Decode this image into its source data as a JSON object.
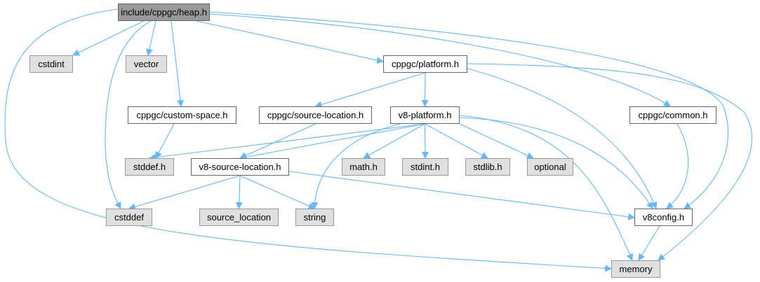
{
  "diagram": {
    "title": "include/cppgc/heap.h",
    "edge_color": "#63b8ff",
    "nodes": [
      {
        "id": "heap",
        "label": "include/cppgc/heap.h",
        "kind": "root"
      },
      {
        "id": "cstdint",
        "label": "cstdint",
        "kind": "external"
      },
      {
        "id": "vector",
        "label": "vector",
        "kind": "external"
      },
      {
        "id": "platform",
        "label": "cppgc/platform.h",
        "kind": "internal"
      },
      {
        "id": "common",
        "label": "cppgc/common.h",
        "kind": "internal"
      },
      {
        "id": "customspace",
        "label": "cppgc/custom-space.h",
        "kind": "internal"
      },
      {
        "id": "sourceloc",
        "label": "cppgc/source-location.h",
        "kind": "internal"
      },
      {
        "id": "v8platform",
        "label": "v8-platform.h",
        "kind": "internal"
      },
      {
        "id": "stddef",
        "label": "stddef.h",
        "kind": "external"
      },
      {
        "id": "v8sourceloc",
        "label": "v8-source-location.h",
        "kind": "internal"
      },
      {
        "id": "math",
        "label": "math.h",
        "kind": "external"
      },
      {
        "id": "stdint",
        "label": "stdint.h",
        "kind": "external"
      },
      {
        "id": "stdlib",
        "label": "stdlib.h",
        "kind": "external"
      },
      {
        "id": "optional",
        "label": "optional",
        "kind": "external"
      },
      {
        "id": "cstddef",
        "label": "cstddef",
        "kind": "external"
      },
      {
        "id": "source_location",
        "label": "source_location",
        "kind": "external"
      },
      {
        "id": "string",
        "label": "string",
        "kind": "external"
      },
      {
        "id": "v8config",
        "label": "v8config.h",
        "kind": "internal"
      },
      {
        "id": "memory",
        "label": "memory",
        "kind": "external"
      }
    ],
    "edges": [
      [
        "heap",
        "cstdint"
      ],
      [
        "heap",
        "vector"
      ],
      [
        "heap",
        "platform"
      ],
      [
        "heap",
        "common"
      ],
      [
        "heap",
        "customspace"
      ],
      [
        "heap",
        "cstddef"
      ],
      [
        "heap",
        "memory"
      ],
      [
        "heap",
        "v8config"
      ],
      [
        "platform",
        "sourceloc"
      ],
      [
        "platform",
        "v8platform"
      ],
      [
        "platform",
        "v8config"
      ],
      [
        "platform",
        "memory"
      ],
      [
        "common",
        "v8config"
      ],
      [
        "customspace",
        "stddef"
      ],
      [
        "sourceloc",
        "v8sourceloc"
      ],
      [
        "v8platform",
        "stddef"
      ],
      [
        "v8platform",
        "v8sourceloc"
      ],
      [
        "v8platform",
        "math"
      ],
      [
        "v8platform",
        "stdint"
      ],
      [
        "v8platform",
        "stdlib"
      ],
      [
        "v8platform",
        "optional"
      ],
      [
        "v8platform",
        "string"
      ],
      [
        "v8platform",
        "v8config"
      ],
      [
        "v8platform",
        "memory"
      ],
      [
        "v8sourceloc",
        "cstddef"
      ],
      [
        "v8sourceloc",
        "source_location"
      ],
      [
        "v8sourceloc",
        "string"
      ],
      [
        "v8sourceloc",
        "v8config"
      ],
      [
        "v8config",
        "memory"
      ]
    ]
  }
}
